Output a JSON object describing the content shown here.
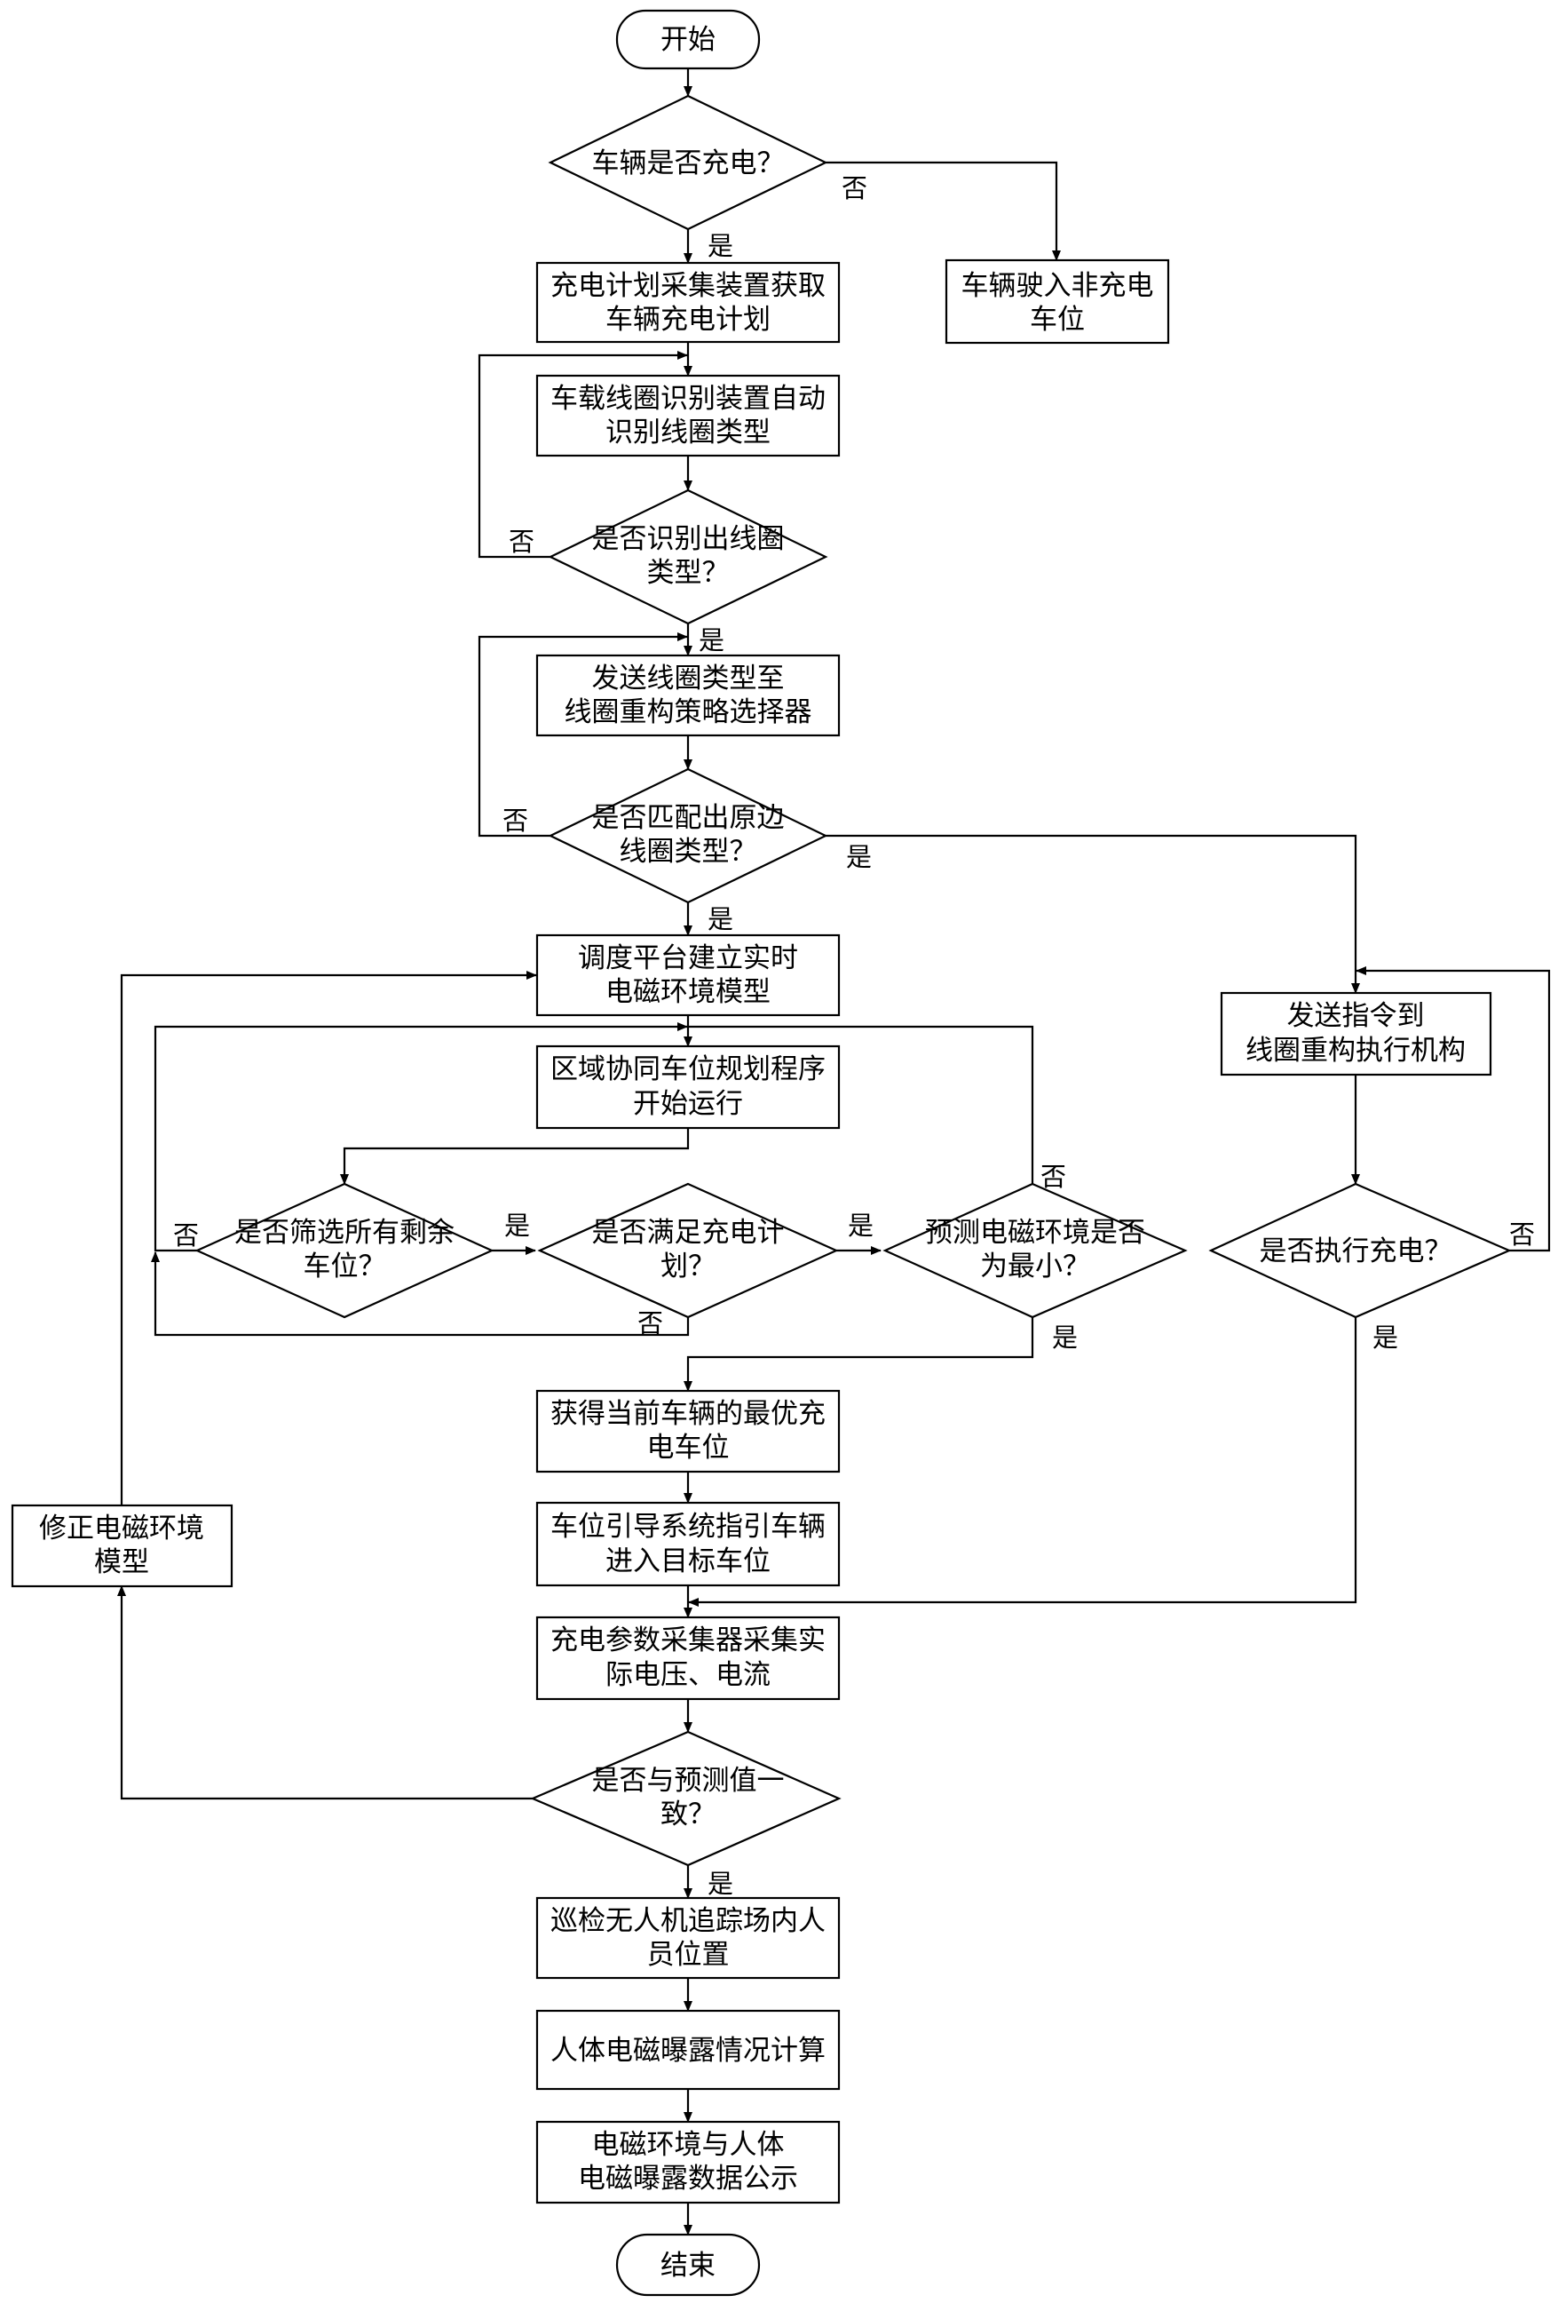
{
  "nodes": {
    "start": "开始",
    "q_charge": "车辆是否充电？",
    "non_charge_1": "车辆驶入非充电",
    "non_charge_2": "车位",
    "get_plan_1": "充电计划采集装置获取",
    "get_plan_2": "车辆充电计划",
    "identify_1": "车载线圈识别装置自动",
    "identify_2": "识别线圈类型",
    "q_identified_1": "是否识别出线圈",
    "q_identified_2": "类型？",
    "send_type_1": "发送线圈类型至",
    "send_type_2": "线圈重构策略选择器",
    "q_match_1": "是否匹配出原边",
    "q_match_2": "线圈类型？",
    "model_1": "调度平台建立实时",
    "model_2": "电磁环境模型",
    "send_cmd_1": "发送指令到",
    "send_cmd_2": "线圈重构执行机构",
    "plan_prog_1": "区域协同车位规划程序",
    "plan_prog_2": "开始运行",
    "q_screened_1": "是否筛选所有剩余",
    "q_screened_2": "车位？",
    "q_satisfy_1": "是否满足充电计",
    "q_satisfy_2": "划？",
    "q_minimum_1": "预测电磁环境是否",
    "q_minimum_2": "为最小？",
    "q_execute": "是否执行充电？",
    "optimal_1": "获得当前车辆的最优充",
    "optimal_2": "电车位",
    "guide_1": "车位引导系统指引车辆",
    "guide_2": "进入目标车位",
    "correct_1": "修正电磁环境",
    "correct_2": "模型",
    "collect_1": "充电参数采集器采集实",
    "collect_2": "际电压、电流",
    "q_consistent_1": "是否与预测值一",
    "q_consistent_2": "致？",
    "drone_1": "巡检无人机追踪场内人",
    "drone_2": "员位置",
    "exposure": "人体电磁曝露情况计算",
    "publish_1": "电磁环境与人体",
    "publish_2": "电磁曝露数据公示",
    "end": "结束"
  },
  "edge_labels": {
    "charge_yes": "是",
    "charge_no": "否",
    "identified_no": "否",
    "identified_yes": "是",
    "match_no": "否",
    "match_yes_down": "是",
    "match_yes_right": "是",
    "screened_no": "否",
    "screened_yes": "是",
    "satisfy_yes": "是",
    "satisfy_no": "否",
    "minimum_no": "否",
    "minimum_yes": "是",
    "execute_no": "否",
    "execute_yes": "是",
    "consistent_yes": "是"
  }
}
